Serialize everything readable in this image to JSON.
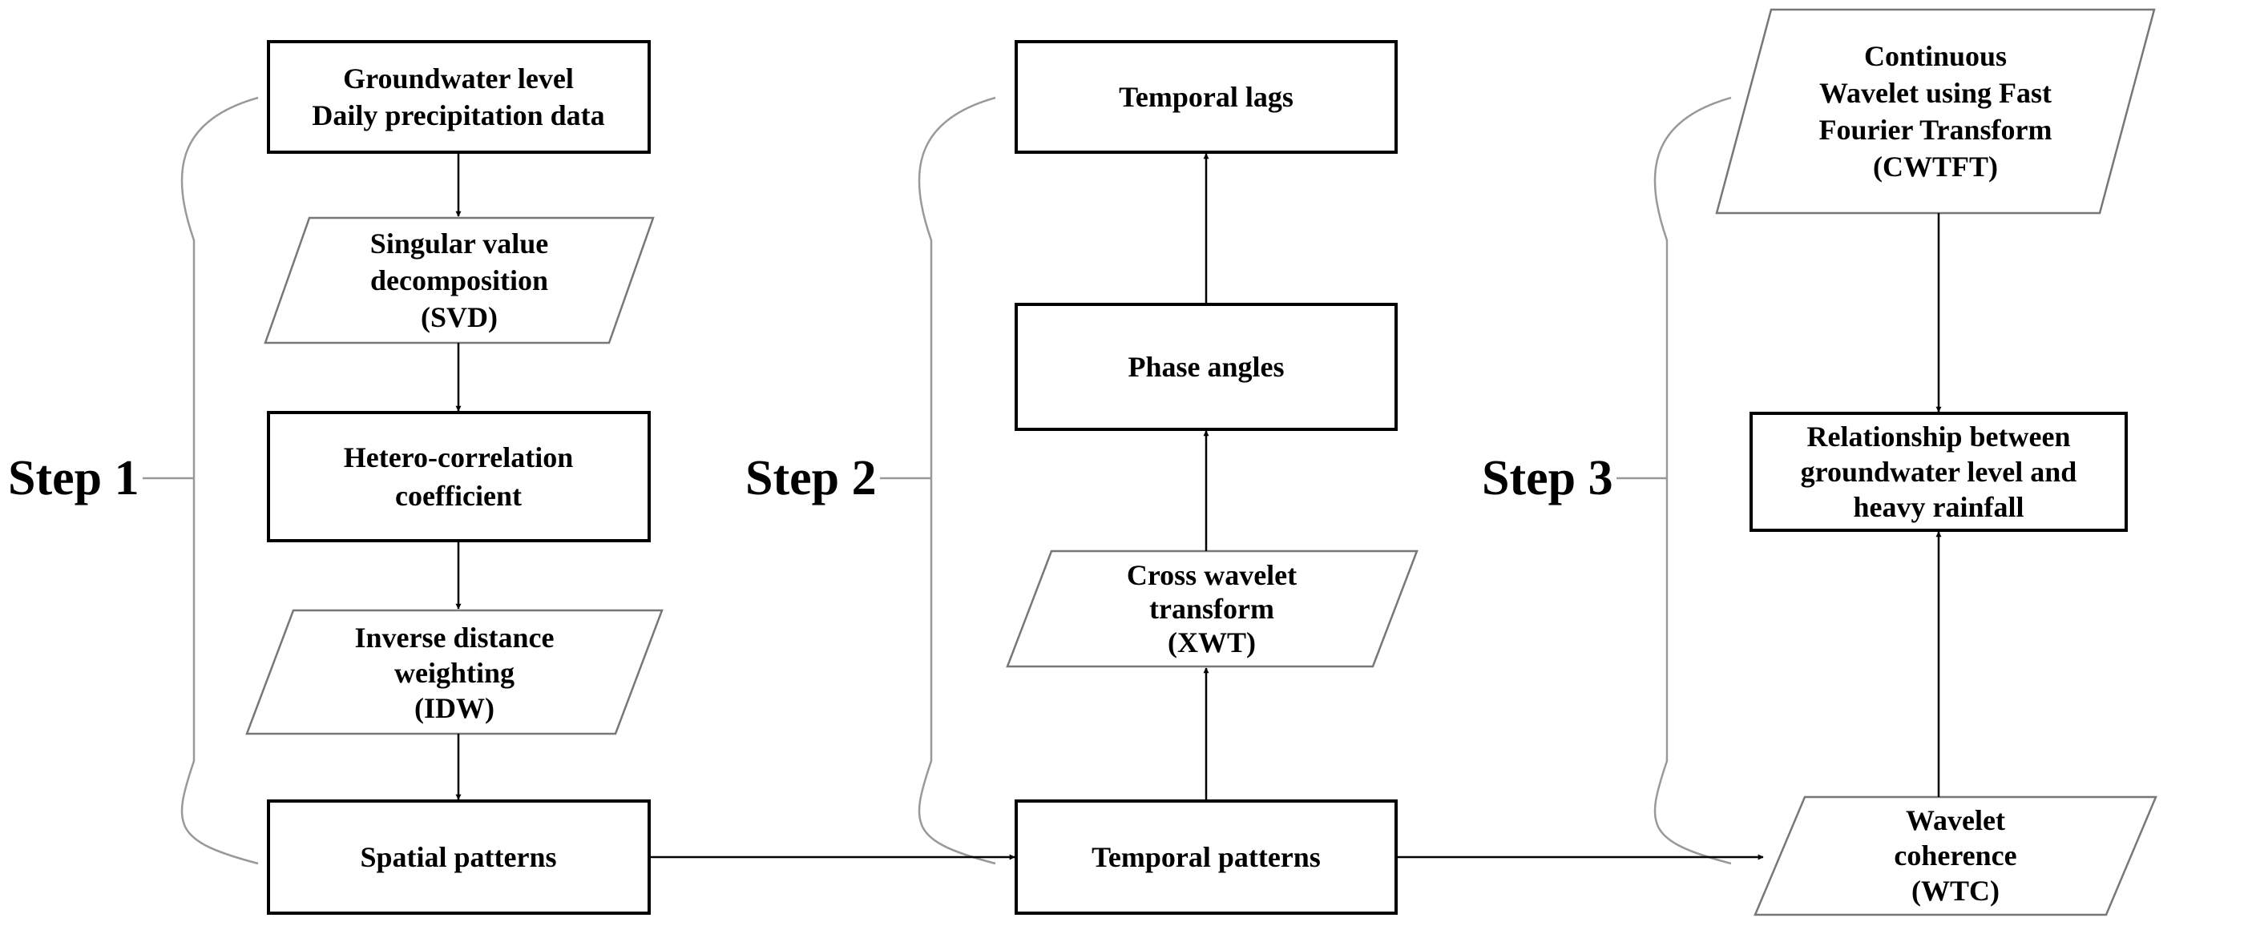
{
  "steps": [
    {
      "label": "Step 1"
    },
    {
      "label": "Step 2"
    },
    {
      "label": "Step 3"
    }
  ],
  "nodes": {
    "gw_data": {
      "lines": [
        "Groundwater level",
        "Daily precipitation data"
      ]
    },
    "svd": {
      "lines": [
        "Singular value",
        "decomposition",
        "(SVD)"
      ]
    },
    "hetero": {
      "lines": [
        "Hetero-correlation",
        "coefficient"
      ]
    },
    "idw": {
      "lines": [
        "Inverse distance",
        "weighting",
        "(IDW)"
      ]
    },
    "spatial": {
      "lines": [
        "Spatial patterns"
      ]
    },
    "temporal_lags": {
      "lines": [
        "Temporal lags"
      ]
    },
    "phase": {
      "lines": [
        "Phase angles"
      ]
    },
    "xwt": {
      "lines": [
        "Cross wavelet",
        "transform",
        "(XWT)"
      ]
    },
    "temporal_patterns": {
      "lines": [
        "Temporal patterns"
      ]
    },
    "cwtft": {
      "lines": [
        "Continuous",
        "Wavelet using Fast",
        "Fourier Transform",
        "(CWTFT)"
      ]
    },
    "relationship": {
      "lines": [
        "Relationship between",
        "groundwater level and",
        "heavy rainfall"
      ]
    },
    "wtc": {
      "lines": [
        "Wavelet",
        "coherence",
        "(WTC)"
      ]
    }
  }
}
